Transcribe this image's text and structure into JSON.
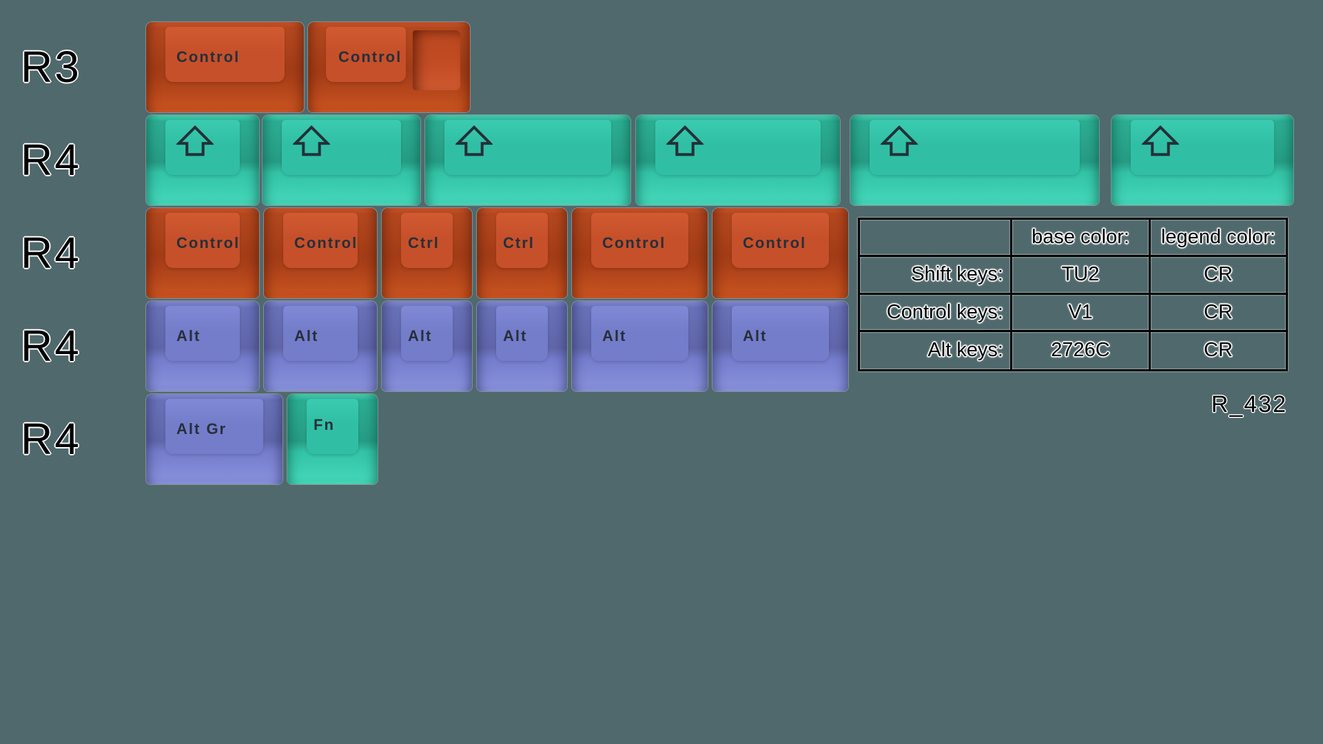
{
  "background_color": "#50696d",
  "key_colors": {
    "shift_base": "#30bfa5",
    "control_base": "#c6502a",
    "alt_base": "#747dca",
    "legend": "#272f3a"
  },
  "rows": [
    {
      "label": "R3",
      "keys": [
        {
          "legend": "Control",
          "color_role": "control",
          "width_u": 1.75
        },
        {
          "legend": "Control",
          "color_role": "control",
          "width_u": 1.75,
          "stepped": true
        }
      ]
    },
    {
      "label": "R4",
      "keys": [
        {
          "icon": "shift-arrow",
          "color_role": "shift",
          "width_u": 1.25
        },
        {
          "icon": "shift-arrow",
          "color_role": "shift",
          "width_u": 1.75
        },
        {
          "icon": "shift-arrow",
          "color_role": "shift",
          "width_u": 2.25
        },
        {
          "icon": "shift-arrow",
          "color_role": "shift",
          "width_u": 2.25
        },
        {
          "icon": "shift-arrow",
          "color_role": "shift",
          "width_u": 2.75
        },
        {
          "icon": "shift-arrow",
          "color_role": "shift",
          "width_u": 2
        }
      ]
    },
    {
      "label": "R4",
      "keys": [
        {
          "legend": "Control",
          "color_role": "control",
          "width_u": 1.25
        },
        {
          "legend": "Control",
          "color_role": "control",
          "width_u": 1.25
        },
        {
          "legend": "Ctrl",
          "color_role": "control",
          "width_u": 1
        },
        {
          "legend": "Ctrl",
          "color_role": "control",
          "width_u": 1
        },
        {
          "legend": "Control",
          "color_role": "control",
          "width_u": 1.5
        },
        {
          "legend": "Control",
          "color_role": "control",
          "width_u": 1.5
        }
      ]
    },
    {
      "label": "R4",
      "keys": [
        {
          "legend": "Alt",
          "color_role": "alt",
          "width_u": 1.25
        },
        {
          "legend": "Alt",
          "color_role": "alt",
          "width_u": 1.25
        },
        {
          "legend": "Alt",
          "color_role": "alt",
          "width_u": 1
        },
        {
          "legend": "Alt",
          "color_role": "alt",
          "width_u": 1
        },
        {
          "legend": "Alt",
          "color_role": "alt",
          "width_u": 1.5
        },
        {
          "legend": "Alt",
          "color_role": "alt",
          "width_u": 1.5
        }
      ]
    },
    {
      "label": "R4",
      "keys": [
        {
          "legend": "Alt Gr",
          "color_role": "alt",
          "width_u": 1.5
        },
        {
          "legend": "Fn",
          "color_role": "shift",
          "width_u": 1
        }
      ]
    }
  ],
  "spec_table": {
    "headers": [
      "",
      "base color:",
      "legend color:"
    ],
    "rows": [
      {
        "label": "Shift keys:",
        "base_color": "TU2",
        "legend_color": "CR"
      },
      {
        "label": "Control keys:",
        "base_color": "V1",
        "legend_color": "CR"
      },
      {
        "label": "Alt keys:",
        "base_color": "2726C",
        "legend_color": "CR"
      }
    ]
  },
  "kit_code": "R_432"
}
